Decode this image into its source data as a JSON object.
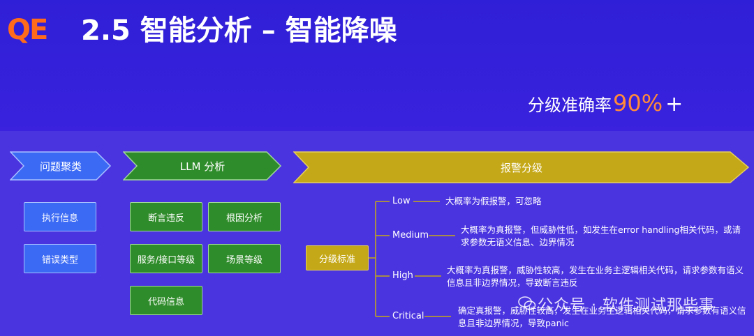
{
  "header": {
    "logo": "QE",
    "title": "2.5 智能分析 – 智能降噪",
    "accuracy_label": "分级准确率",
    "accuracy_value": "90%",
    "accuracy_suffix": "+"
  },
  "colors": {
    "background": "#3a22de",
    "blue_chip": "#3b6af5",
    "green_chip": "#2f8c2a",
    "gold_chip": "#c5a817",
    "accent": "#ff8a3a"
  },
  "flow": {
    "step1": "问题聚类",
    "step2": "LLM 分析",
    "step3": "报警分级"
  },
  "cluster_items": [
    "执行信息",
    "错误类型"
  ],
  "llm_items": [
    "断言违反",
    "根因分析",
    "服务/接口等级",
    "场景等级",
    "代码信息"
  ],
  "grading": {
    "root": "分级标准",
    "levels": [
      {
        "name": "Low",
        "desc": "大概率为假报警，可忽略"
      },
      {
        "name": "Medium",
        "desc": "大概率为真报警，但威胁性低，如发生在error handling相关代码，或请求参数无语义信息、边界情况"
      },
      {
        "name": "High",
        "desc": "大概率为真报警，威胁性较高，发生在业务主逻辑相关代码，请求参数有语义信息且非边界情况，导致断言违反"
      },
      {
        "name": "Critical",
        "desc": "确定真报警，威胁性较高，发生在业务主逻辑相关代码，请求参数有语义信息且非边界情况，导致panic"
      }
    ]
  },
  "watermark": "公众号 · 软件测试那些事"
}
